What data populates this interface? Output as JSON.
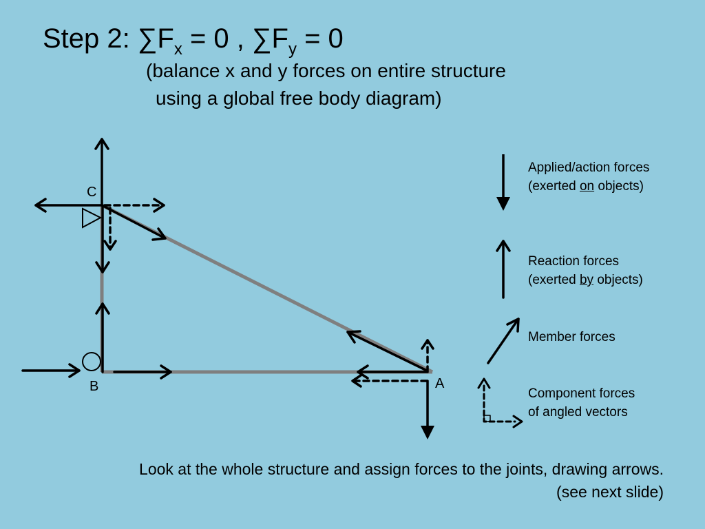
{
  "slide": {
    "title": {
      "prefix": "Step 2: ∑F",
      "sub_x": "x",
      "middle": " = 0 , ∑F",
      "sub_y": "y",
      "suffix": " = 0"
    },
    "subtitle_line1": "(balance x and y forces on entire structure",
    "subtitle_line2": "using a global free body diagram)",
    "footer_line1": "Look at the whole structure and assign forces to the joints, drawing arrows.",
    "footer_line2": "(see next slide)"
  },
  "diagram": {
    "joint_labels": {
      "a": "A",
      "b": "B",
      "c": "C"
    },
    "colors": {
      "background": "#92CBDE",
      "member": "#7F7F7F",
      "arrow": "#000000"
    }
  },
  "legend": {
    "applied_line1": "Applied/action forces",
    "applied_line2_pre": "(exerted ",
    "applied_line2_emph": "on",
    "applied_line2_post": " objects)",
    "reaction_line1": "Reaction forces",
    "reaction_line2_pre": "(exerted ",
    "reaction_line2_emph": "by",
    "reaction_line2_post": " objects)",
    "member": "Member forces",
    "component_line1": "Component forces",
    "component_line2": "of angled vectors"
  }
}
